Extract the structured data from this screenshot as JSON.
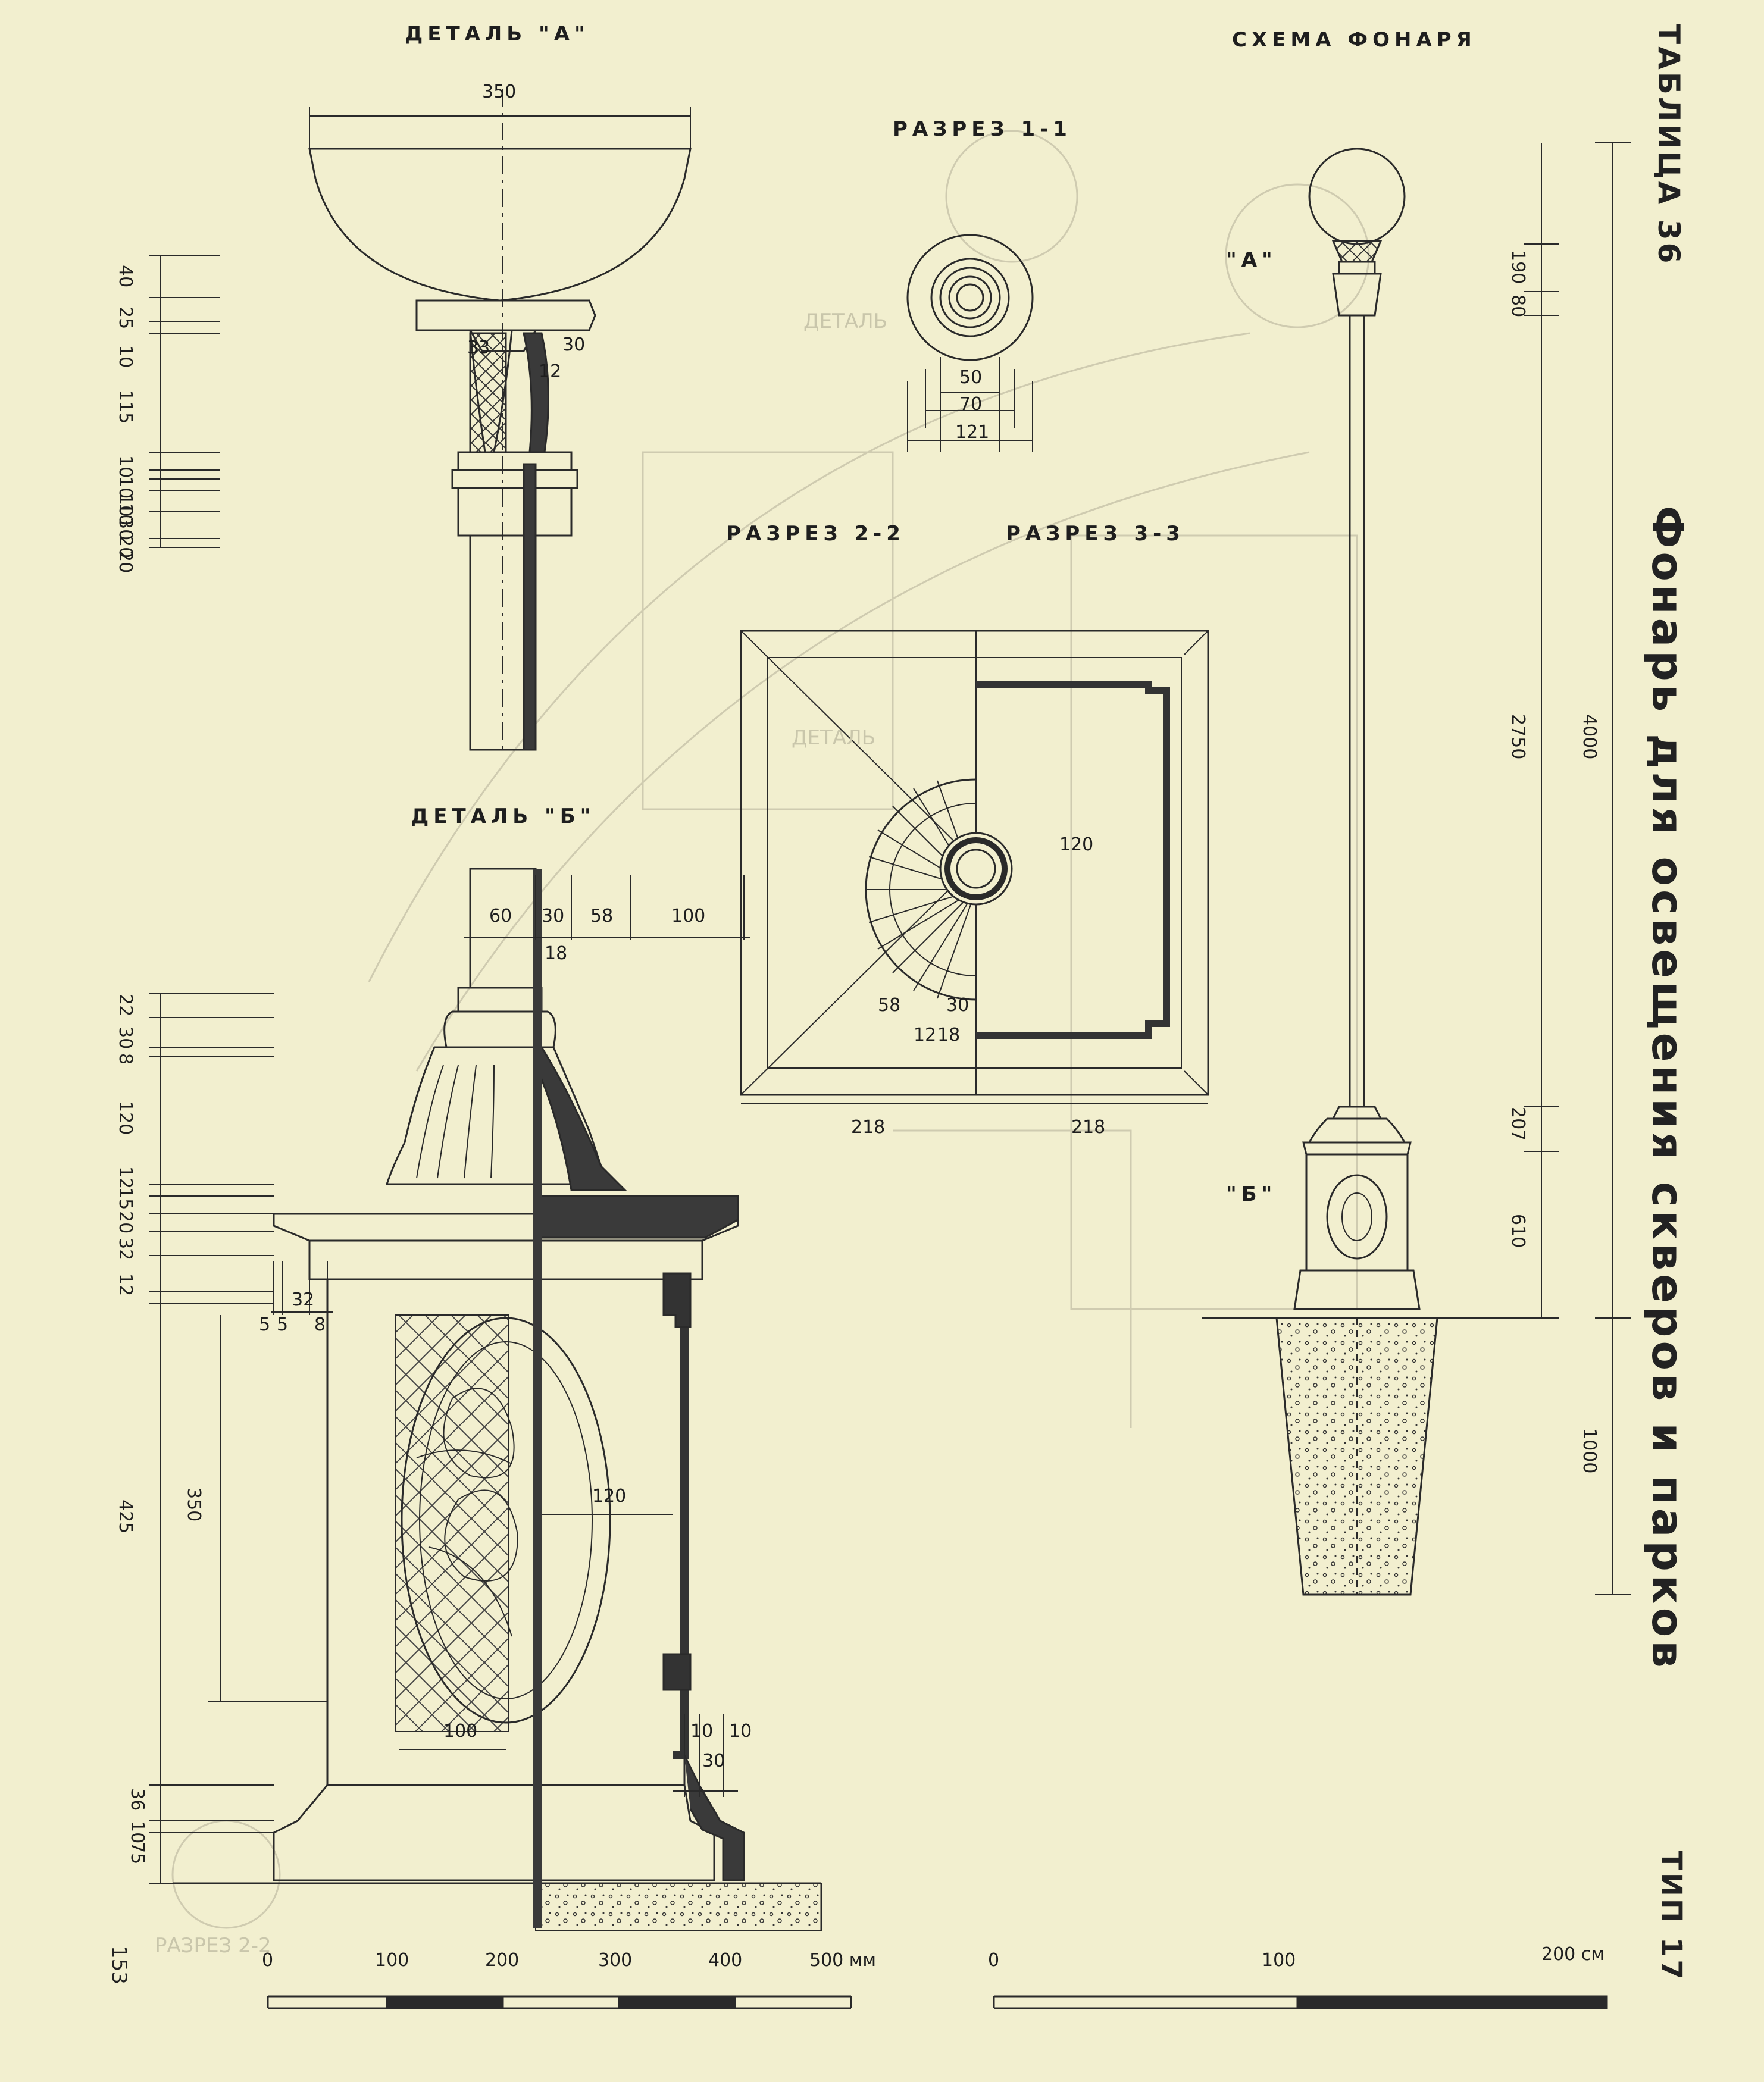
{
  "titles": {
    "detail_a": "ДЕТАЛЬ \"A\"",
    "detail_b": "ДЕТАЛЬ \"Б\"",
    "lamp_scheme": "СХЕМА ФОНАРЯ",
    "section_1_1": "РАЗРЕЗ 1-1",
    "section_2_2": "РАЗРЕЗ 2-2",
    "section_3_3": "РАЗРЕЗ 3-3",
    "sheet_title": "Фонарь для освещения скверов и парков",
    "table_label": "ТАБЛИЦА 36",
    "type_label": "ТИП 17",
    "page_number": "153",
    "marker_a": "\"A\"",
    "marker_b": "\"Б\""
  },
  "detail_a_dims": {
    "width": "350",
    "d30": "30",
    "d12": "12",
    "d33": "33",
    "left_stack": [
      "10",
      "25",
      "40",
      "115",
      "10",
      "10",
      "10",
      "20",
      "30",
      "10",
      "20"
    ]
  },
  "section_1_1_dims": [
    "50",
    "70",
    "121"
  ],
  "section_2_3_dims": {
    "d120": "120",
    "d58": "58",
    "d30": "30",
    "d12": "12",
    "d18": "18",
    "d218_left": "218",
    "d218_right": "218"
  },
  "detail_b_dims": {
    "top": [
      "60",
      "30",
      "58",
      "100"
    ],
    "d18": "18",
    "left_stack": [
      "22",
      "30",
      "8",
      "120",
      "12",
      "15",
      "20",
      "32",
      "12"
    ],
    "d32": "32",
    "d5a": "5",
    "d5b": "5",
    "d8": "8",
    "d425": "425",
    "d350": "350",
    "d120": "120",
    "d100": "100",
    "d10a": "10",
    "d10b": "10",
    "d30": "30",
    "bottom_stack": [
      "36",
      "10",
      "75"
    ]
  },
  "scheme_dims": {
    "d190": "190",
    "d80": "80",
    "d2750": "2750",
    "d4000": "4000",
    "d207": "207",
    "d610": "610",
    "d1000": "1000"
  },
  "scale_mm": [
    "0",
    "100",
    "200",
    "300",
    "400",
    "500 мм"
  ],
  "scale_cm": [
    "0",
    "100",
    "200 см"
  ]
}
